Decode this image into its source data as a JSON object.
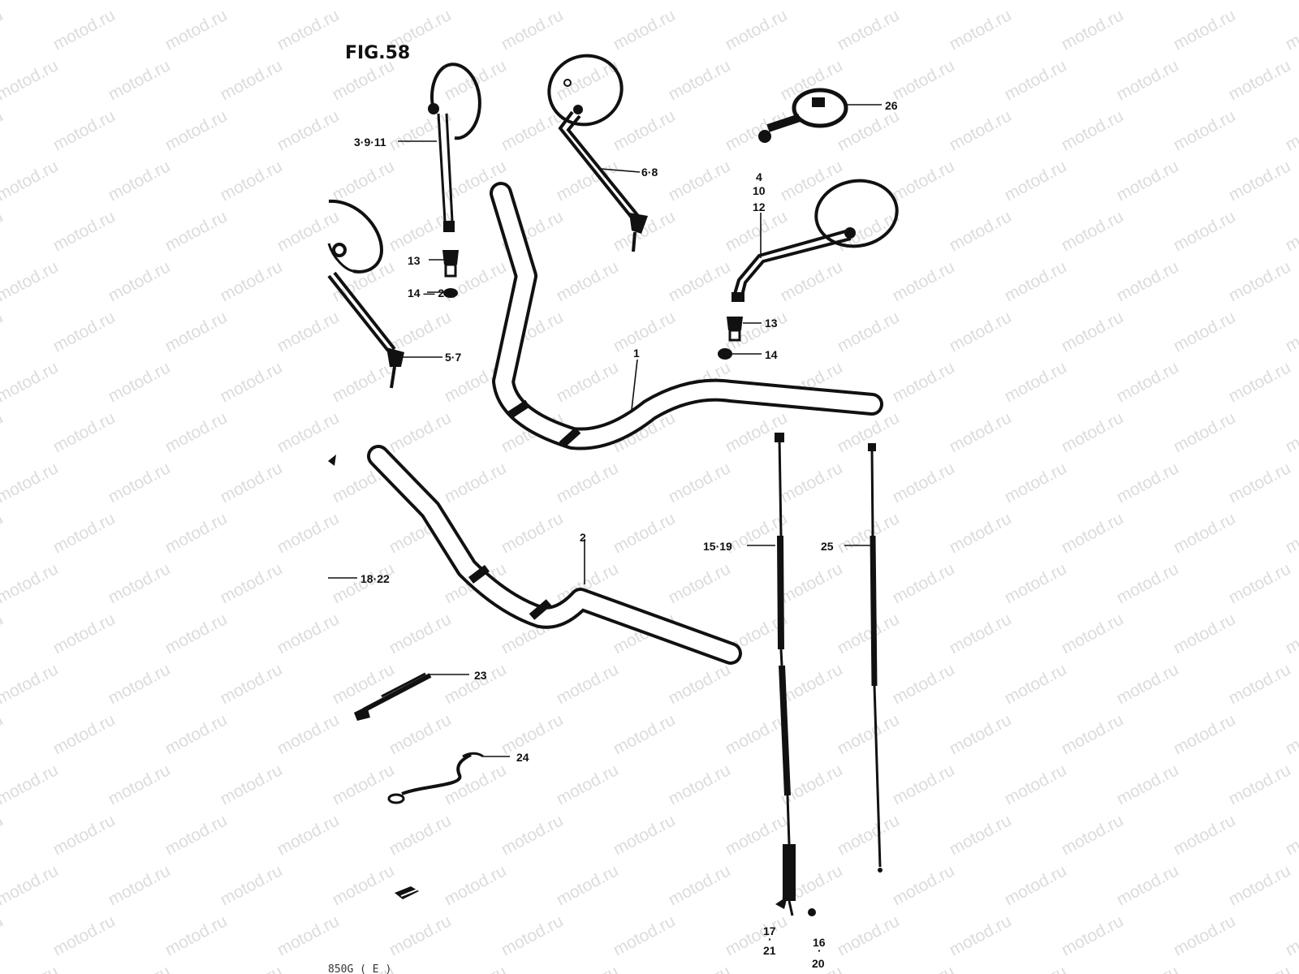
{
  "diagram": {
    "figure_title": "FIG.58",
    "watermark_text": "motod.ru",
    "footer_code": "850G ( E )",
    "ink_color": "#111111",
    "watermark_color": "#dcdcdc",
    "callouts": [
      {
        "id": "c-3-9-11",
        "text": "3·9·11"
      },
      {
        "id": "c-6-8",
        "text": "6·8"
      },
      {
        "id": "c-26",
        "text": "26"
      },
      {
        "id": "c-4",
        "text": "4"
      },
      {
        "id": "c-10",
        "text": "10"
      },
      {
        "id": "c-12",
        "text": "12"
      },
      {
        "id": "c-13a",
        "text": "13"
      },
      {
        "id": "c-14-29",
        "text": "14 — 29"
      },
      {
        "id": "c-13b",
        "text": "13"
      },
      {
        "id": "c-14",
        "text": "14"
      },
      {
        "id": "c-5-7",
        "text": "5·7"
      },
      {
        "id": "c-1",
        "text": "1"
      },
      {
        "id": "c-2",
        "text": "2"
      },
      {
        "id": "c-15-19",
        "text": "15·19"
      },
      {
        "id": "c-25",
        "text": "25"
      },
      {
        "id": "c-18-22",
        "text": "18·22"
      },
      {
        "id": "c-23",
        "text": "23"
      },
      {
        "id": "c-24",
        "text": "24"
      },
      {
        "id": "c-17",
        "text": "17"
      },
      {
        "id": "c-dot1",
        "text": "·"
      },
      {
        "id": "c-21",
        "text": "21"
      },
      {
        "id": "c-16",
        "text": "16"
      },
      {
        "id": "c-dot2",
        "text": "·"
      },
      {
        "id": "c-20",
        "text": "20"
      }
    ]
  }
}
